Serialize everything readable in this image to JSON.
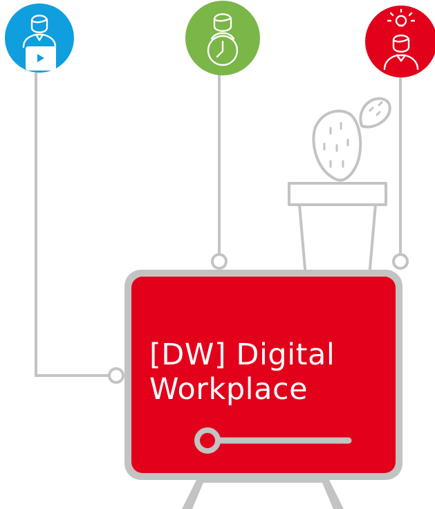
{
  "monitor": {
    "title_line1": "[DW] Digital",
    "title_line2": "Workplace"
  },
  "colors": {
    "blue": "#0f9ede",
    "green": "#7ab648",
    "red": "#e2001a",
    "line_gray": "#c3c3c3",
    "white": "#ffffff"
  },
  "icons": [
    {
      "name": "person-video-icon",
      "bg": "blue"
    },
    {
      "name": "person-clock-icon",
      "bg": "green"
    },
    {
      "name": "person-idea-icon",
      "bg": "red"
    }
  ]
}
